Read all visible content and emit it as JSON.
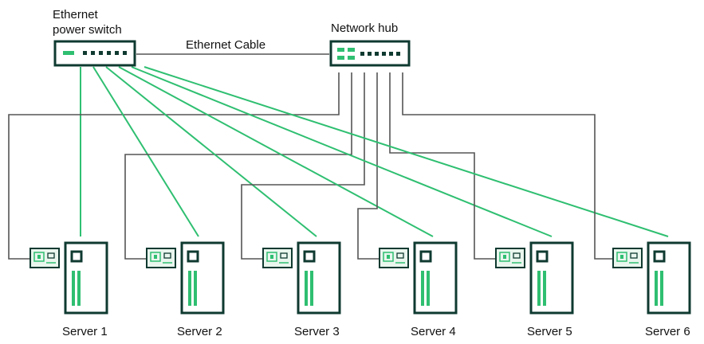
{
  "colors": {
    "frame": "#0f3a30",
    "accent": "#2fbf71",
    "wire": "#555555",
    "card": "#e9f6ee"
  },
  "switch": {
    "label_line1": "Ethernet",
    "label_line2": "power switch",
    "icon": "power-switch-icon"
  },
  "hub": {
    "label": "Network hub",
    "icon": "network-hub-icon"
  },
  "cable": {
    "label": "Ethernet Cable"
  },
  "servers": [
    {
      "label": "Server 1"
    },
    {
      "label": "Server 2"
    },
    {
      "label": "Server 3"
    },
    {
      "label": "Server 4"
    },
    {
      "label": "Server 5"
    },
    {
      "label": "Server 6"
    }
  ]
}
